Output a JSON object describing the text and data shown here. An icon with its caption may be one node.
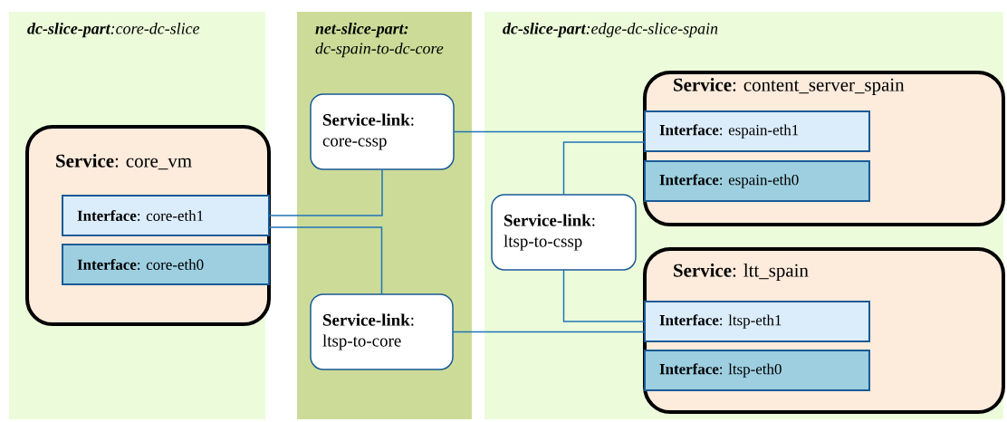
{
  "diagram": {
    "nodes": [
      {
        "text": [
          "**dc-slice-part**:core-dc-slice"
        ]
      },
      {
        "text": [
          "**Service**: core_vm"
        ],
        "in": 0
      },
      {
        "text": [
          "**Interface**: core-eth1"
        ],
        "in": 1
      },
      {
        "text": [
          "**Interface**: core-eth0"
        ],
        "in": 1
      },
      {
        "text": [
          "**net-slice-part:** dc-spain-to-dc-core"
        ]
      },
      {
        "text": [
          "**Service-link**: core-cssp"
        ],
        "in": 4
      },
      {
        "text": [
          "**Service-link**: ltsp-to-core"
        ],
        "in": 4
      },
      {
        "text": [
          "**dc-slice-part**:edge-dc-slice-spain"
        ]
      },
      {
        "text": [
          "**Service**: content_server_spain"
        ],
        "in": 7
      },
      {
        "text": [
          "**Interface**: espain-eth1"
        ],
        "in": 8
      },
      {
        "text": [
          "**Interface**: espain-eth0"
        ],
        "in": 8
      },
      {
        "text": [
          "**Service-link**: ltsp-to-cssp"
        ],
        "in": 7
      },
      {
        "text": [
          "**Service**: ltt_spain"
        ],
        "in": 7
      },
      {
        "text": [
          "**Interface**: ltsp-eth1"
        ],
        "in": 12
      },
      {
        "text": [
          "**Interface**: ltsp-eth0"
        ],
        "in": 12
      }
    ],
    "edges": [
      {
        "from": 2,
        "to": 5,
        "arrow": "none"
      },
      {
        "from": 2,
        "to": 6,
        "arrow": "none"
      },
      {
        "from": 5,
        "to": 9,
        "arrow": "none"
      },
      {
        "from": 11,
        "to": 9,
        "arrow": "none"
      },
      {
        "from": 11,
        "to": 13,
        "arrow": "none"
      },
      {
        "from": 6,
        "to": 13,
        "arrow": "none"
      }
    ]
  }
}
